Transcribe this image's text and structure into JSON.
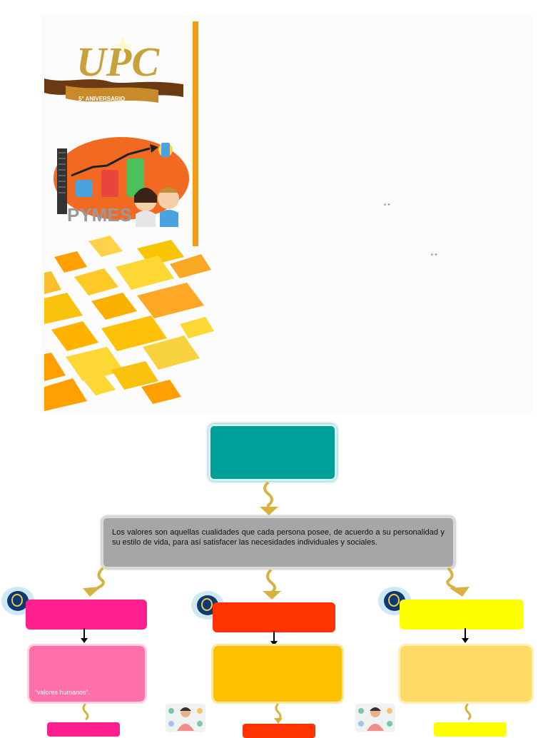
{
  "cover": {
    "logo_letters": "UPC",
    "logo_ribbon": "5° ANIVERSARIO",
    "pymes_label": "PYMES",
    "quote_marks_1": "“        ”",
    "quote_marks_2": "“        ”"
  },
  "diagram": {
    "definition": "Los valores son aquellas cualidades que cada persona posee, de acuerdo a su personalidad y su estilo de vida, para así satisfacer las necesidades individuales y sociales.",
    "left_sub_text": "“valores humanos”.",
    "colors": {
      "root": "#009f9a",
      "definition": "#a6a6a6",
      "pink": "#ff1f8e",
      "pink_light": "#ff6fa9",
      "orange": "#ff3300",
      "orange_light": "#ffc000",
      "yellow": "#ffff00",
      "yellow_light": "#ffd966"
    },
    "icons": [
      "lightbulb-icon",
      "person-icon"
    ]
  }
}
